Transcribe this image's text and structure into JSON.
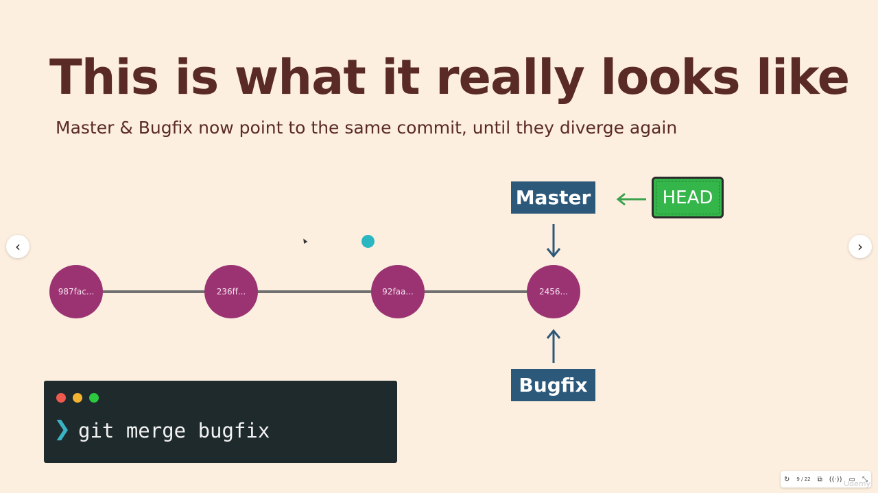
{
  "slide": {
    "title": "This is what it really looks like",
    "subtitle": "Master & Bugfix now point to the same commit, until they diverge again"
  },
  "navigation": {
    "prev_icon": "‹",
    "next_icon": "›"
  },
  "graph": {
    "commits": [
      {
        "label": "987fac..."
      },
      {
        "label": "236ff..."
      },
      {
        "label": "92faa..."
      },
      {
        "label": "2456..."
      }
    ],
    "branches": {
      "master": "Master",
      "bugfix": "Bugfix"
    },
    "head": "HEAD",
    "colors": {
      "commit": "#9b3373",
      "branch": "#2c5879",
      "head": "#35b64b",
      "line": "#707070"
    }
  },
  "terminal": {
    "prompt": "❯",
    "command": "git merge bugfix"
  },
  "player": {
    "replay_icon": "↻",
    "page_counter": "9 / 22",
    "icons": [
      "replay-icon",
      "pages-icon",
      "broadcast-icon",
      "captions-icon",
      "fullscreen-exit-icon"
    ],
    "pages_icon": "⧉",
    "broadcast_icon": "((·))",
    "captions_icon": "▭",
    "fullscreen_icon": "⤡"
  },
  "watermark": "Udemy"
}
